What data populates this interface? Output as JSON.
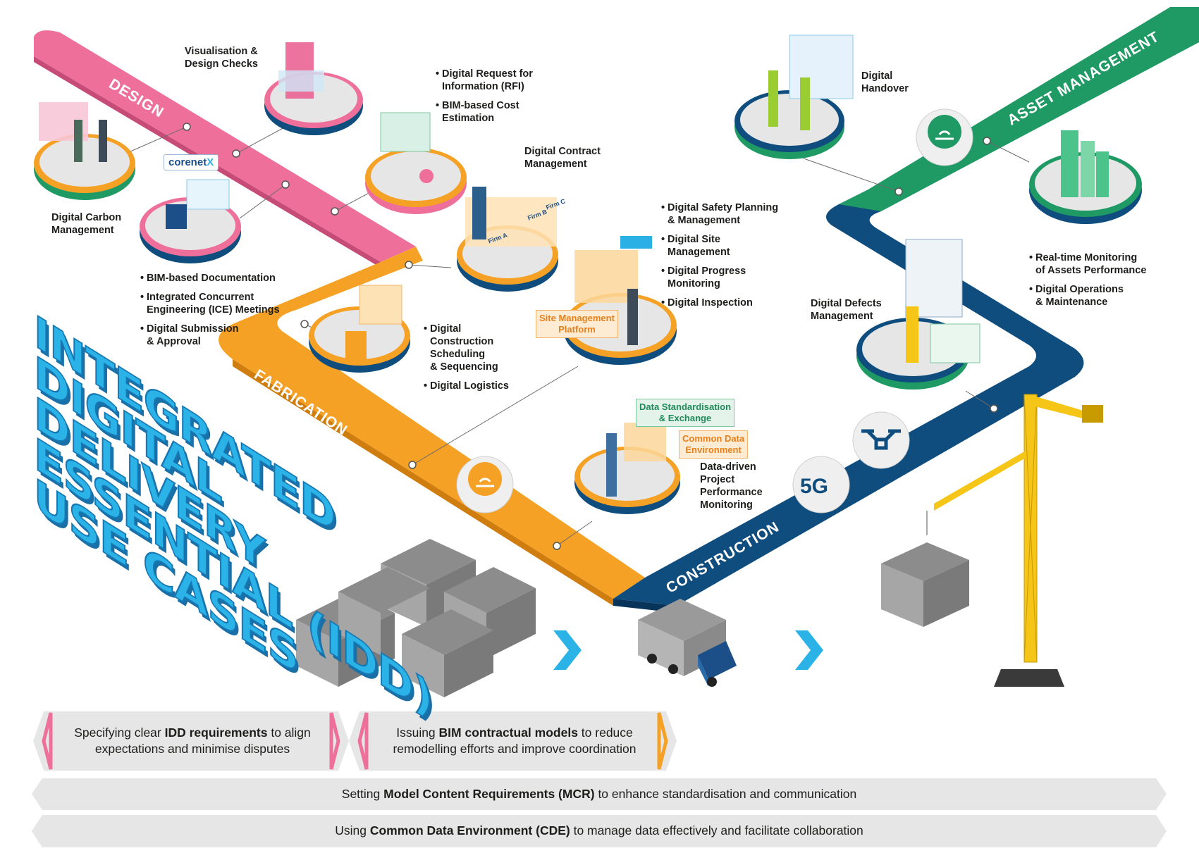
{
  "title_lines": [
    "INTEGRATED",
    "DIGITAL",
    "DELIVERY",
    "ESSENTIAL (IDD)",
    "USE CASES"
  ],
  "phases": {
    "design": "DESIGN",
    "fabrication": "FABRICATION",
    "construction": "CONSTRUCTION",
    "asset_management": "ASSET MANAGEMENT"
  },
  "labels": {
    "visualisation": "Visualisation &\nDesign Checks",
    "carbon": "Digital Carbon\nManagement",
    "contract": "Digital Contract\nManagement",
    "handover": "Digital\nHandover",
    "defects": "Digital Defects\nManagement",
    "data_driven": "Data-driven\nProject\nPerformance\nMonitoring",
    "corenet_main": "corenet",
    "corenet_x": "X"
  },
  "lists": {
    "rfi": [
      "Digital Request for\nInformation (RFI)",
      "BIM-based Cost\nEstimation"
    ],
    "documentation": [
      "BIM-based Documentation",
      "Integrated Concurrent\nEngineering (ICE) Meetings",
      "Digital Submission\n& Approval"
    ],
    "scheduling": [
      "Digital\nConstruction\nScheduling\n& Sequencing",
      "Digital Logistics"
    ],
    "safety": [
      "Digital Safety Planning\n& Management",
      "Digital Site\nManagement",
      "Digital Progress\nMonitoring",
      "Digital Inspection"
    ],
    "assets": [
      "Real-time Monitoring\nof Assets Performance",
      "Digital Operations\n& Maintenance"
    ]
  },
  "tags": {
    "site_platform": "Site Management\nPlatform",
    "data_std": "Data Standardisation\n& Exchange",
    "cde": "Common Data\nEnvironment"
  },
  "icons": [
    "cloud-iot-icon",
    "5g-icon",
    "drone-icon",
    "chevron-right-icon",
    "firm-a",
    "firm-b",
    "firm-c"
  ],
  "firm_labels": [
    "Firm A",
    "Firm B",
    "Firm C"
  ],
  "icon_5g_text": "5G",
  "colors": {
    "design": "#ee6f9a",
    "fabrication": "#f5a125",
    "construction": "#0e4d7d",
    "asset_management": "#1f9a64",
    "title_fill": "#2bb3e8",
    "chevron": "#2bb3e8"
  },
  "banners": {
    "b1": {
      "pre": "Specifying clear ",
      "bold": "IDD requirements",
      "post": " to align\nexpectations and minimise disputes"
    },
    "b2": {
      "pre": "Issuing ",
      "bold": "BIM contractual models",
      "post": " to reduce\nremodelling efforts and improve coordination"
    },
    "b3": {
      "pre": "Setting ",
      "bold": "Model Content Requirements (MCR)",
      "post": " to enhance standardisation and communication"
    },
    "b4": {
      "pre": "Using ",
      "bold": "Common Data Environment (CDE)",
      "post": " to manage data effectively and facilitate collaboration"
    }
  }
}
